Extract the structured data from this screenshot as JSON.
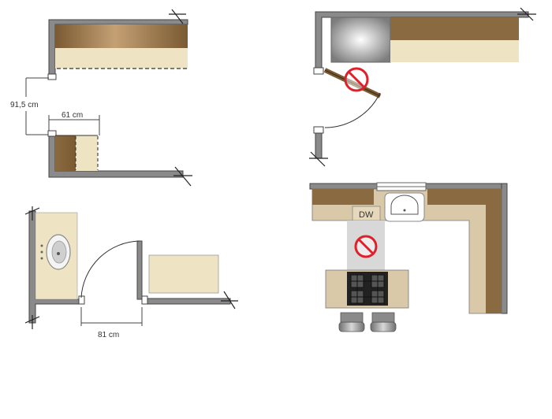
{
  "colors": {
    "wall": "#8a8a8a",
    "wall_stroke": "#444444",
    "counter_light": "#eee4c4",
    "cabinet_wood": "#8b6a3e",
    "cabinet_wood_light": "#c9a77a",
    "floor_cabinet": "#d9c9a8",
    "no_sign": "#e0202a",
    "clearance": "#d8d8d8"
  },
  "labels": {
    "dim_aisle": "91,5 cm",
    "dim_depth": "61 cm",
    "dim_door": "81 cm",
    "dishwasher": "DW"
  },
  "icons": {
    "prohibited": "no-entry-icon",
    "sink": "sink-icon",
    "cooktop": "cooktop-icon"
  }
}
